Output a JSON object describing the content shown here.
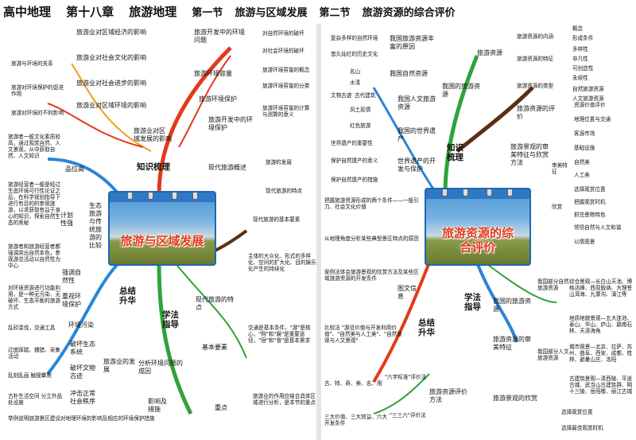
{
  "header": {
    "t1": "高中地理",
    "t2": "第十八章",
    "t3": "旅游地理",
    "t4": "第一节",
    "t5": "旅游与区域发展",
    "t6": "第二节",
    "t7": "旅游资源的综合评价"
  },
  "left": {
    "card": "旅游与区域发展",
    "zhishi": "知识梳理",
    "xuefa": "学法\n指导",
    "zongjie": "总结\n升华",
    "l_influence": "旅游业对区\n域发展的影响",
    "l_econ": "旅游业对区域经济的影响",
    "l_culture": "旅游业对社会文化的影响",
    "l_social": "旅游业对社会进步的影响",
    "l_env": "旅游业对区域环境的影响",
    "l_rel": "旅游与环境的关系",
    "l_prot": "旅游对环境保护的促进作用",
    "l_neg": "旅游对环境的不利影响",
    "l_probs": "旅游开发中的环境问题",
    "l_nat": "对自然环境的破坏",
    "l_soc": "对社会环境的破坏",
    "l_cap": "旅游环境容量",
    "l_cap1": "旅游环境容量的概念",
    "l_cap2": "旅游环境容量的分类",
    "l_cap3": "旅游环境容量的计算与测算的意义",
    "l_protect": "旅游环境保护",
    "l_protect2": "旅游开发中的环境保护",
    "l_modern": "现代旅游概述",
    "l_dev": "旅游的发展",
    "l_feat": "现代旅游的特点",
    "l_elem": "现代旅游的基本要素",
    "l_zhinan": "旅游者一般文化素质较高，通过观赏自然、人文景观，从中获取自然、人文知识",
    "l_pin": "品位高",
    "l_sec": "旅游经营者一般是经过生态环境可行性论证之后，在科学规划指导下进行有目的的参观旅游，以求获取有益于身心的知识，探索自然生态的奥秘",
    "l_plan": "计划性强",
    "l_local": "旅游者和旅游经营者都强调突出自然本色，参观游览活动以自然性为中心",
    "l_nature": "强调自然性",
    "l_resp": "对环境资源进行功能利用，是一种无污染、无破坏、生态平衡的旅游方式",
    "l_eco": "生态旅游与传统旅游的比较",
    "l_heavy": "重视环境保护",
    "l_pollute": "环境污染",
    "l_chaos": "乱砍滥伐，交通工具",
    "l_over": "过度踩踏、捕猎、采集活动",
    "l_dam": "破坏生态系统",
    "l_rand": "乱刻乱画 触摸攀爬",
    "l_cult": "破坏文物古迹",
    "l_ancient": "古朴生活空间 分立外品处设施",
    "l_order": "冲击正常社会秩序",
    "l_tdev": "旅游业的发展",
    "l_causes": "分析环境问题的成因",
    "l_measures": "影响及措施",
    "l_example": "举例说明旅游景区建设对地理环境的影响及相应的环境保护措施",
    "l_fp1": "主体的大众化、形式的多样化、空间的扩大化、目的娱乐化产生的持续化",
    "l_fpt": "现代旅游的特点",
    "l_elems": "基本要素",
    "l_el1": "交通是基本条件，\"游\"是核心，\"购\"和\"娱\"是重要途径，\"宿\"和\"食\"是基本需求",
    "l_key": "重点",
    "l_keytxt": "旅游业的作用应结合具体区域进行分析，是本节的重点"
  },
  "right": {
    "card": "旅游资源的综合评价",
    "zhishi": "知识\n梳理",
    "xuefa": "学法\n指导",
    "zongjie": "总结\n升华",
    "r_res": "我国的旅游资源",
    "r_res2": "旅游资源",
    "r_inner": "旅游资源的内涵",
    "r_feat": "旅游资源的特征",
    "r_types": "旅游资源的类型",
    "r_concept": "概念",
    "r_form": "形成条件",
    "r_multi": "多样性",
    "r_nonmove": "非凡性",
    "r_renew": "可创造性",
    "r_perm": "永续性",
    "r_nat": "自然旅游资源",
    "r_hum": "人文旅游资源",
    "r_eval": "旅游资源的评价",
    "r_value": "资源价值评价",
    "r_loc": "地理位置与交通",
    "r_market": "客源市场",
    "r_infra": "基础设施",
    "r_aesthetic": "旅游景观的审美特征与欣赏方法",
    "r_shen": "审美特征",
    "r_nat2": "自然美",
    "r_art": "人工美",
    "r_view": "欣赏",
    "r_vpos": "选择观赏位置",
    "r_vtime": "把握观赏时机",
    "r_vfeat": "抓住景物特色",
    "r_vcult": "领悟自然与人文和谐",
    "r_senses": "以情观景",
    "r_div": "复杂多样的自然环境",
    "r_hist": "悠久灿烂的历史文化",
    "r_rich": "我国旅游资源丰富的原因",
    "r_mount": "名山",
    "r_water": "水清",
    "r_nat3": "我国自然资源",
    "r_culture": "文物古迹",
    "r_ancient": "古代建筑",
    "r_cust": "风土民情",
    "r_red": "红色旅游",
    "r_hum2": "我国人文旅游资源",
    "r_world": "世界遗产的重要性",
    "r_heritage": "我国的世界遗产",
    "r_wpro": "保护自然遗产的意义",
    "r_wculture": "保护自然遗产的措施",
    "r_wdev": "世界遗产的开发与保护",
    "r_grasp": "把握旅游资源形成的两个条件——一般引力、社会文化价值",
    "r_angle": "从地理角度分析某些典型景区特点的原因",
    "r_case": "案例法体会旅游景观的欣赏方法及某些区域旅游资源的开发条件",
    "r_info": "图文信息",
    "r_compare": "比较法 \"游览价值与开发利用价值\"、\"自然美与人工美\"、\"自然景观与人文景观\"",
    "r_six": "\"六字标准\"评价法",
    "r_sixlist": "古、特、奇、美、名、用",
    "r_method": "旅游资源评价方法",
    "r_three": "\"三三六\"评价法",
    "r_threelist": "三大价值、三大效益、六大开发条件",
    "r_fenbu": "我国部分自然旅游资源",
    "r_fb1": "综合景观—长白山天池、博格达峰、西双版纳、大理苍山洱海、九寨沟、漓江等",
    "r_fb2": "地质地貌景观—五大连池、泰山、华山、庐山、路南石林、天涯海角",
    "r_hum3": "我国部分人文旅游资源",
    "r_hb1": "城市观景—北京、拉萨、苏州、曲阜、西安、成都、桂林、避暑山庄、洛阳",
    "r_hb2": "古建筑景观—清西陵、平遥古城、武当山古建筑群、明十三陵、岳阳楼、丽江古城",
    "r_our": "我国的旅游资源",
    "r_aes": "旅游资源的审美特征",
    "r_appr": "旅游景观的欣赏",
    "r_apos": "选择观赏位置",
    "r_atime": "选择最佳观赏时机"
  },
  "colors": {
    "red": "#e23a1a",
    "green": "#2ea33a",
    "blue": "#2a86d6",
    "orange": "#f19a1a",
    "brown": "#5c2e14"
  }
}
